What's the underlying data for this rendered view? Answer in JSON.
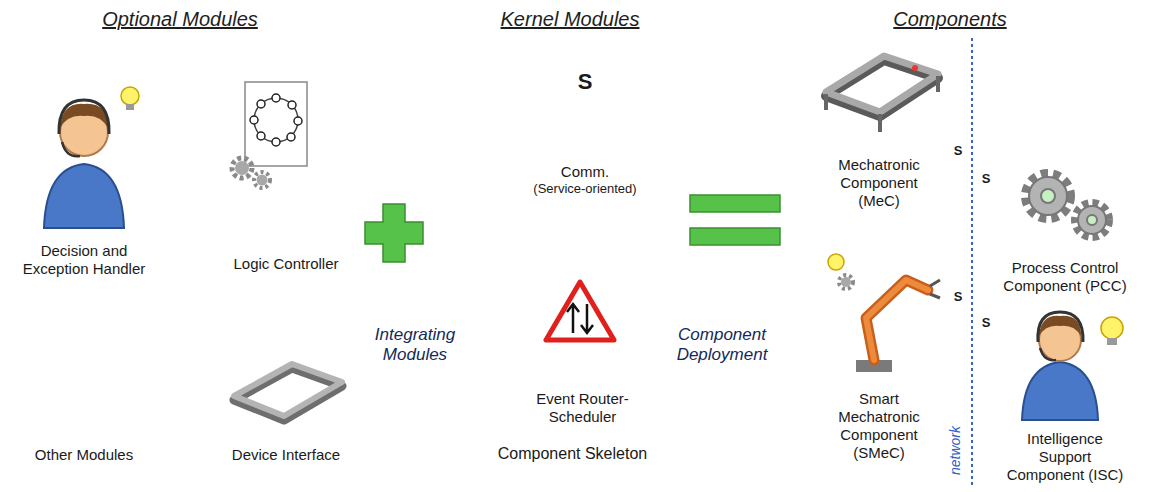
{
  "diagram": {
    "nodes": [
      {
        "text": [
          "Decision and Exception Handler"
        ]
      },
      {
        "text": [
          "Logic Controller"
        ]
      },
      {
        "text": [
          "Other Modules"
        ]
      },
      {
        "text": [
          "Device Interface"
        ]
      },
      {
        "text": [
          "Integrating Modules"
        ]
      },
      {
        "text": [
          "Component Skeleton"
        ]
      },
      {
        "text": [
          "Comm.",
          "(Service-oriented)"
        ],
        "in": 5
      },
      {
        "text": [
          "S"
        ],
        "in": 6
      },
      {
        "text": [
          "Event Router-Scheduler"
        ],
        "in": 5
      },
      {
        "text": [
          "Component Deployment"
        ]
      },
      {
        "text": [
          "Mechatronic Component (MeC)"
        ]
      },
      {
        "text": [
          "S"
        ]
      },
      {
        "text": [
          "Process Control Component (PCC)"
        ]
      },
      {
        "text": [
          "S"
        ]
      },
      {
        "text": [
          "Smart Mechatronic Component (SMeC)"
        ]
      },
      {
        "text": [
          "S"
        ]
      },
      {
        "text": [
          "Intelligence Support Component (ISC)"
        ]
      },
      {
        "text": [
          "S"
        ]
      }
    ],
    "labels": [
      "Optional Modules",
      "Kernel Modules",
      "Components",
      "network"
    ]
  }
}
